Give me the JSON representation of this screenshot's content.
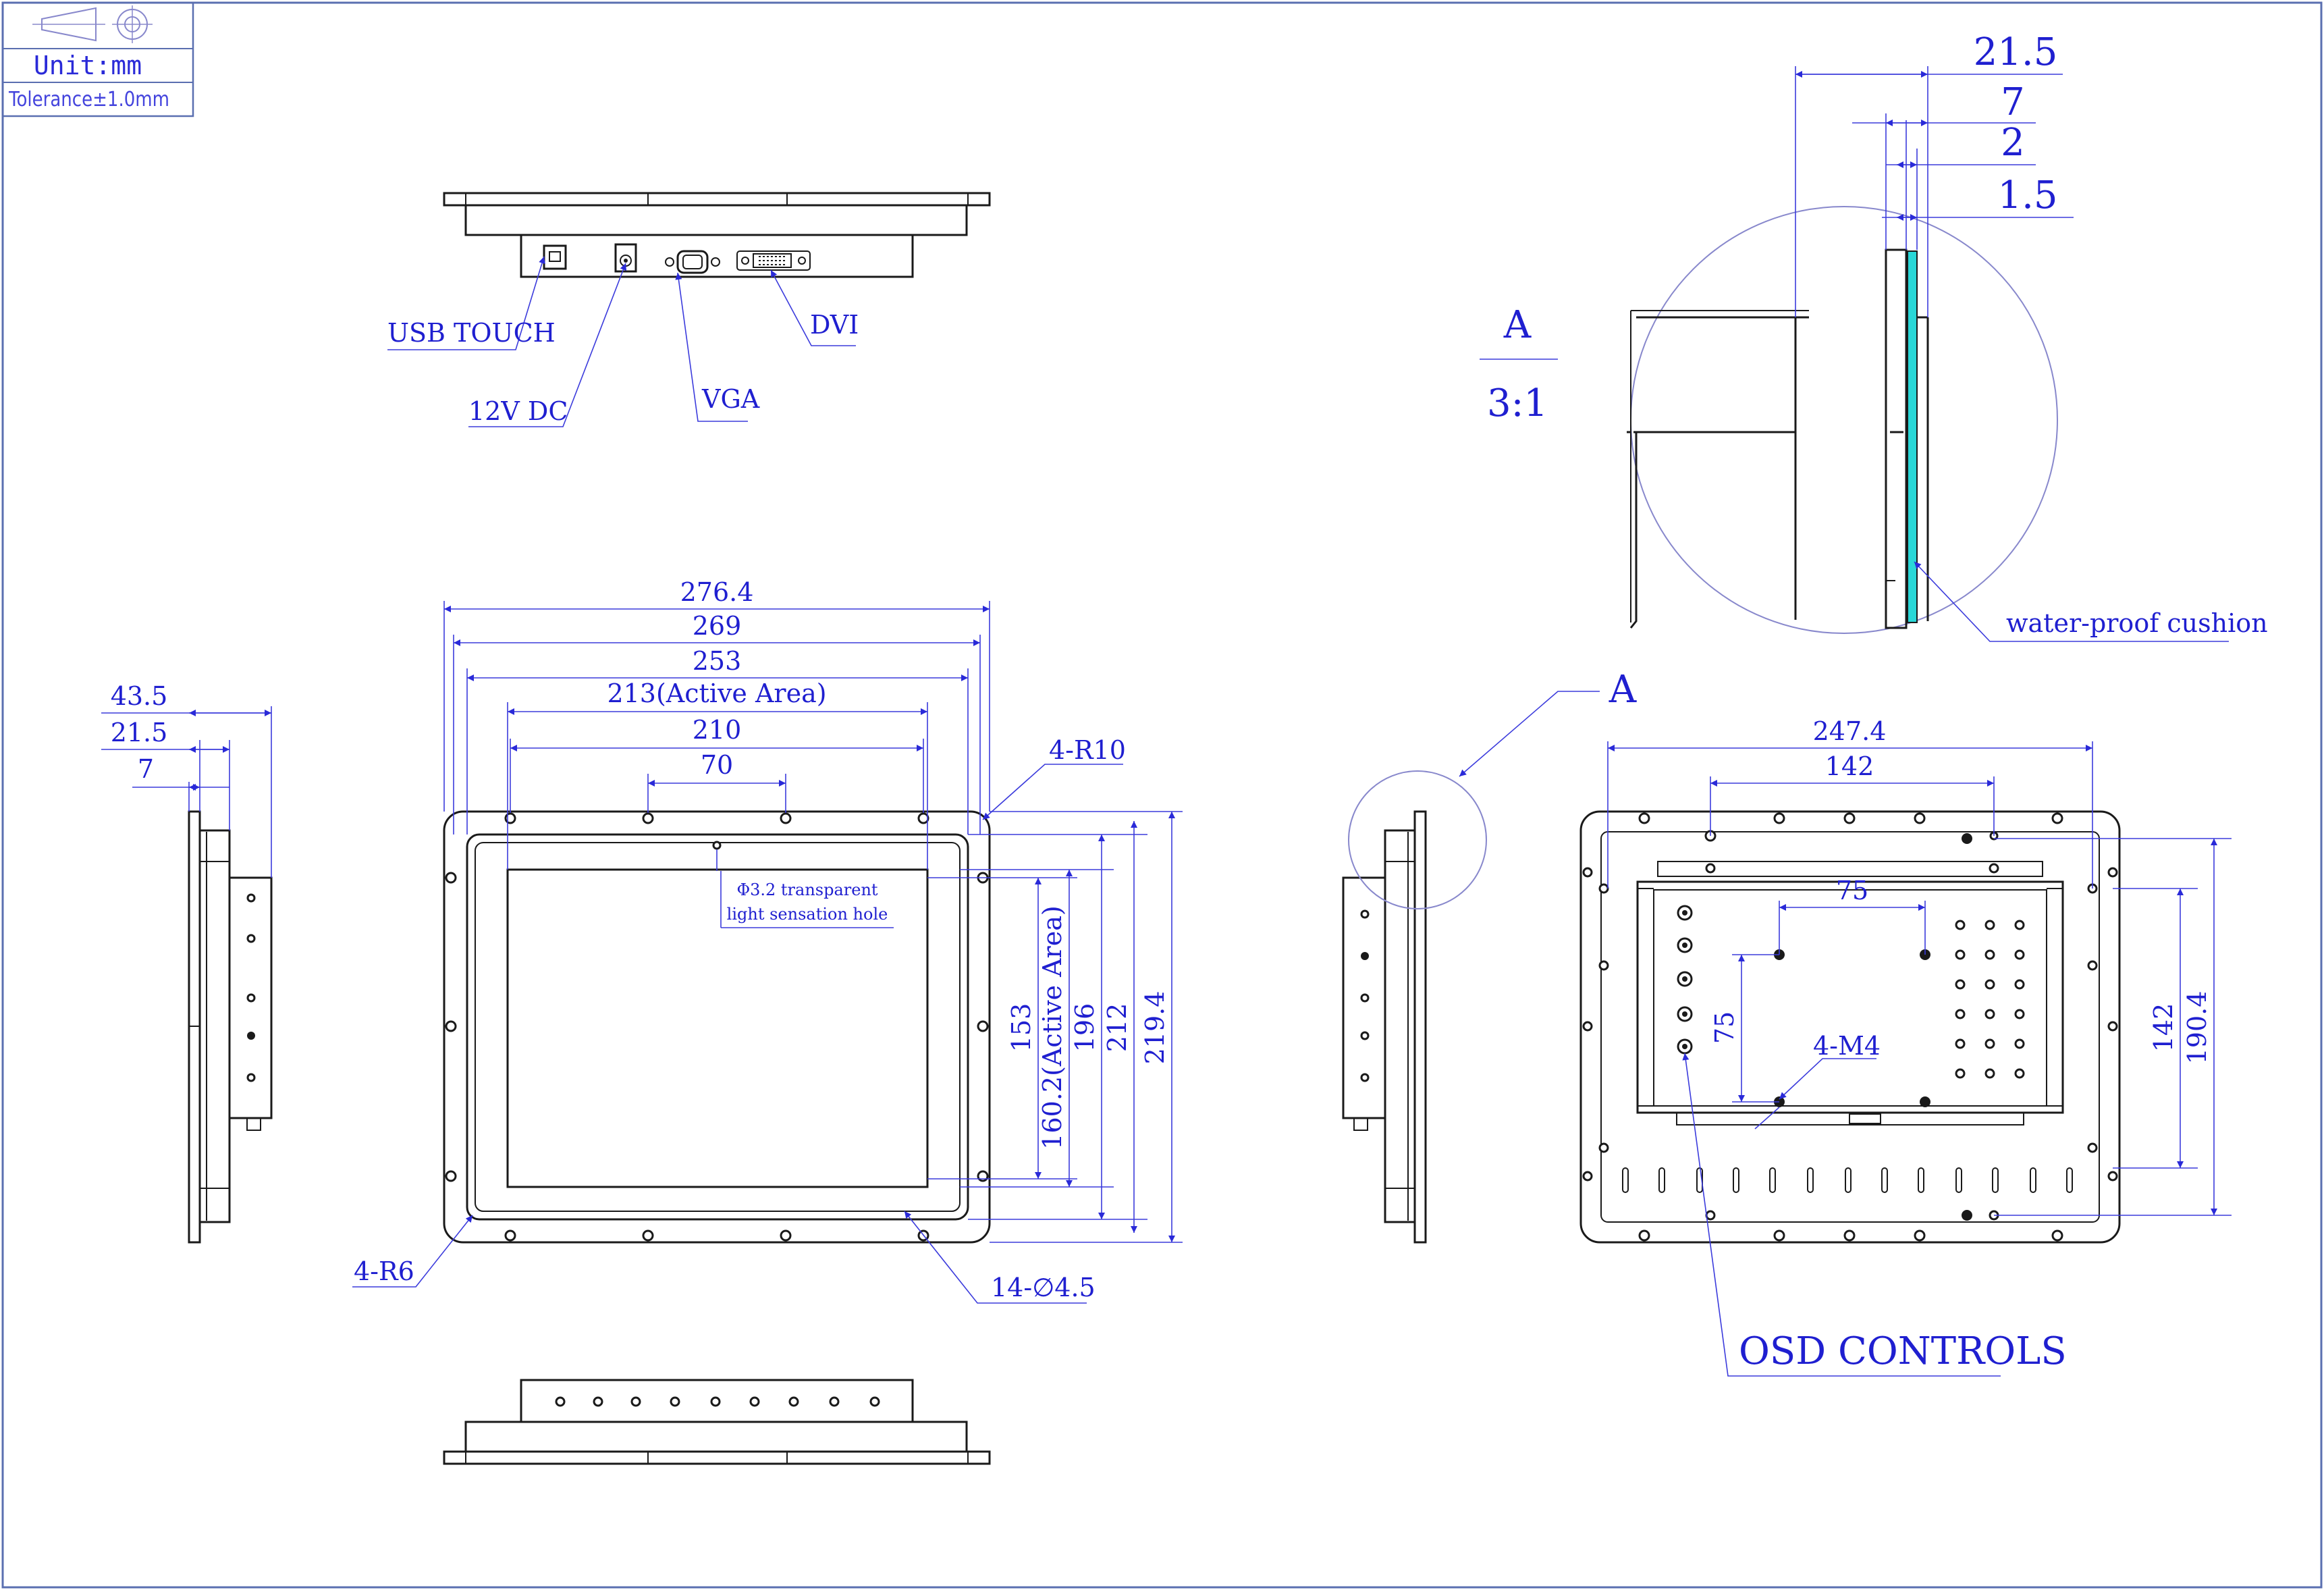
{
  "title_block": {
    "unit": "Unit:mm",
    "tolerance": "Tolerance±1.0mm"
  },
  "rear_view_labels": {
    "usb_touch": "USB TOUCH",
    "dc_12v": "12V DC",
    "vga": "VGA",
    "dvi": "DVI"
  },
  "detail": {
    "letter": "A",
    "scale": "3:1",
    "dim_21_5": "21.5",
    "dim_7": "7",
    "dim_2": "2",
    "dim_1_5": "1.5",
    "cushion_label": "water-proof cushion"
  },
  "side_view": {
    "dim_43_5": "43.5",
    "dim_21_5": "21.5",
    "dim_7": "7"
  },
  "front_view": {
    "dim_276_4": "276.4",
    "dim_269": "269",
    "dim_253": "253",
    "dim_213": "213(Active Area)",
    "dim_210": "210",
    "dim_70": "70",
    "corner_r10": "4-R10",
    "corner_r6": "4-R6",
    "holes": "14-∅4.5",
    "sensor_line1": "Φ3.2 transparent",
    "sensor_line2": "light sensation hole",
    "dim_153": "153",
    "dim_160_2": "160.2(Active Area)",
    "dim_196": "196",
    "dim_212": "212",
    "dim_219_4": "219.4"
  },
  "back_view": {
    "detail_marker": "A",
    "dim_247_4": "247.4",
    "dim_142_top": "142",
    "dim_75_h": "75",
    "dim_75_v": "75",
    "screws": "4-M4",
    "dim_142_right": "142",
    "dim_190_4": "190.4",
    "osd": "OSD CONTROLS"
  }
}
